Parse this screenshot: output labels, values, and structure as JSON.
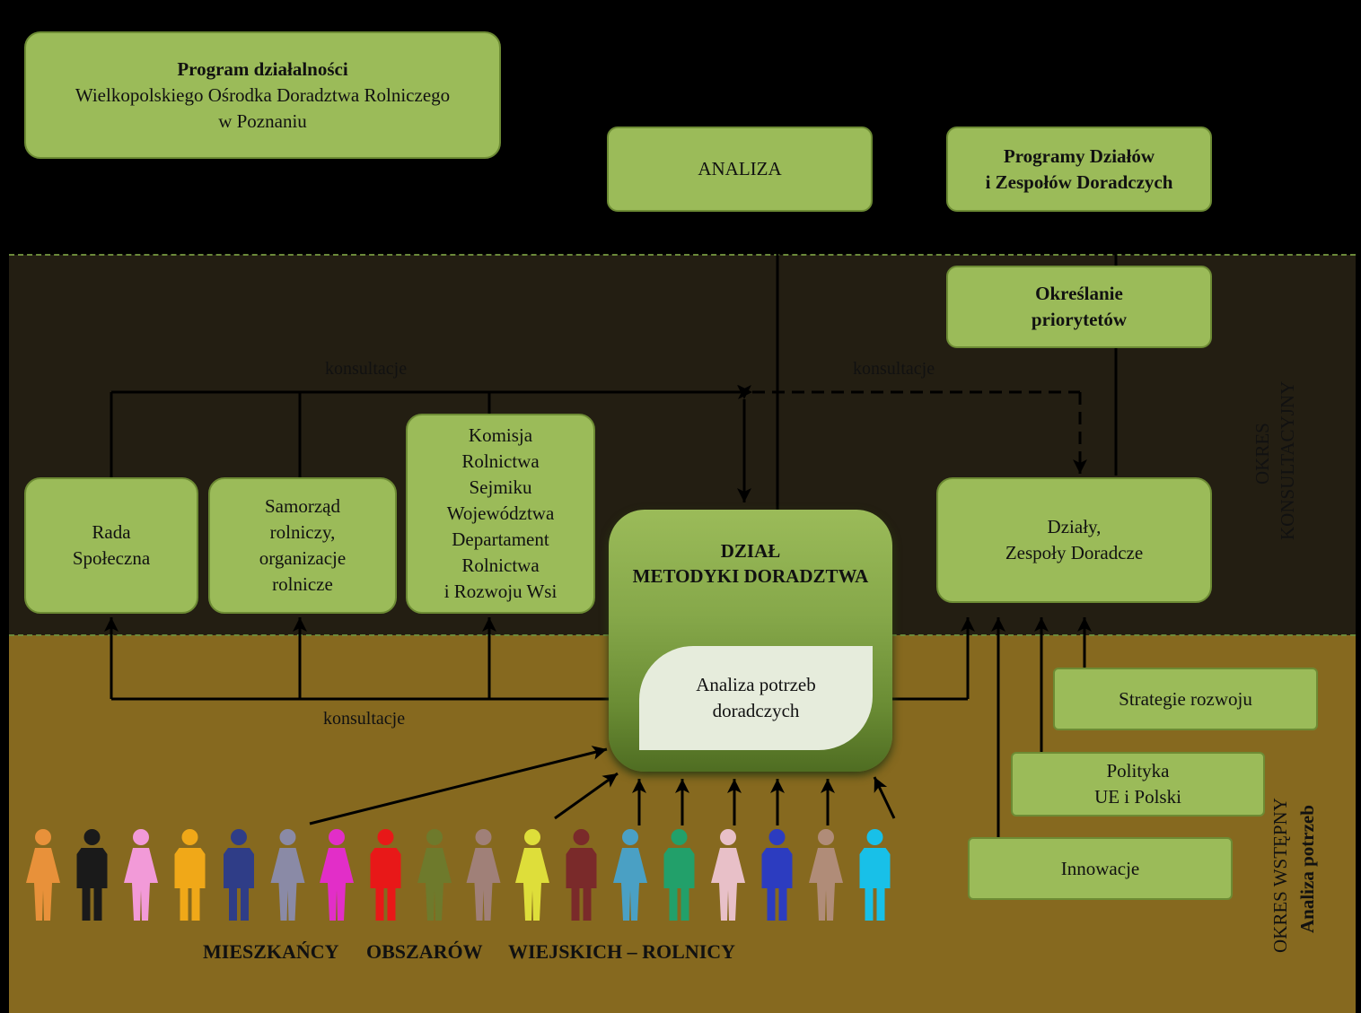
{
  "program_box": {
    "line1": "Program działalności",
    "line2": "Wielkopolskiego  Ośrodka Doradztwa Rolniczego",
    "line3": "w Poznaniu"
  },
  "analiza_box": {
    "label": "ANALIZA"
  },
  "programy_box": {
    "line1": "Programy Działów",
    "line2": "i Zespołów Doradczych"
  },
  "priorytety_box": {
    "line1": "Określanie",
    "line2": "priorytetów"
  },
  "rada_box": {
    "line1": "Rada",
    "line2": "Społeczna"
  },
  "samorzad_box": {
    "line1": "Samorząd",
    "line2": "rolniczy,",
    "line3": "organizacje",
    "line4": "rolnicze"
  },
  "komisja_box": {
    "line1": "Komisja",
    "line2": "Rolnictwa",
    "line3": "Sejmiku",
    "line4": "Województwa",
    "line5": "Departament",
    "line6": "Rolnictwa",
    "line7": "i  Rozwoju  Wsi"
  },
  "dzial_box": {
    "line1": "DZIAŁ",
    "line2": "METODYKI DORADZTWA"
  },
  "analiza_potrzeb_box": {
    "line1": "Analiza potrzeb",
    "line2": "doradczych"
  },
  "dzialy_box": {
    "line1": "Działy,",
    "line2": "Zespoły Doradcze"
  },
  "strategie_box": {
    "label": "Strategie rozwoju"
  },
  "polityka_box": {
    "line1": "Polityka",
    "line2": "UE i Polski"
  },
  "innowacje_box": {
    "label": "Innowacje"
  },
  "labels": {
    "konsultacje_top_left": "konsultacje",
    "konsultacje_top_right": "konsultacje",
    "konsultacje_bottom": "konsultacje"
  },
  "side_labels": {
    "okres_konsultacyjny_1": "OKRES",
    "okres_konsultacyjny_2": "KONSULTACYJNY",
    "okres_wstepny": "OKRES  WSTĘPNY",
    "analiza_potrzeb": "Analiza potrzeb"
  },
  "bottom_caption": {
    "word1": "MIESZKAŃCY",
    "word2": "OBSZARÓW",
    "word3": "WIEJSKICH – ROLNICY"
  },
  "people_colors": [
    "#e8913a",
    "#1a1a1a",
    "#f29ad8",
    "#f0a818",
    "#2f3d87",
    "#8a8aa6",
    "#e22ec8",
    "#e81818",
    "#6e7a2c",
    "#a08078",
    "#dede3a",
    "#7a2a2a",
    "#4aa0c4",
    "#22a06a",
    "#e8c0c8",
    "#2c3cc0",
    "#b08c78",
    "#18c0e8"
  ],
  "colors": {
    "box_fill": "#9bbb59",
    "box_border": "#6d8b34",
    "band_dark": "#231e12",
    "band_brown": "#86691f"
  }
}
